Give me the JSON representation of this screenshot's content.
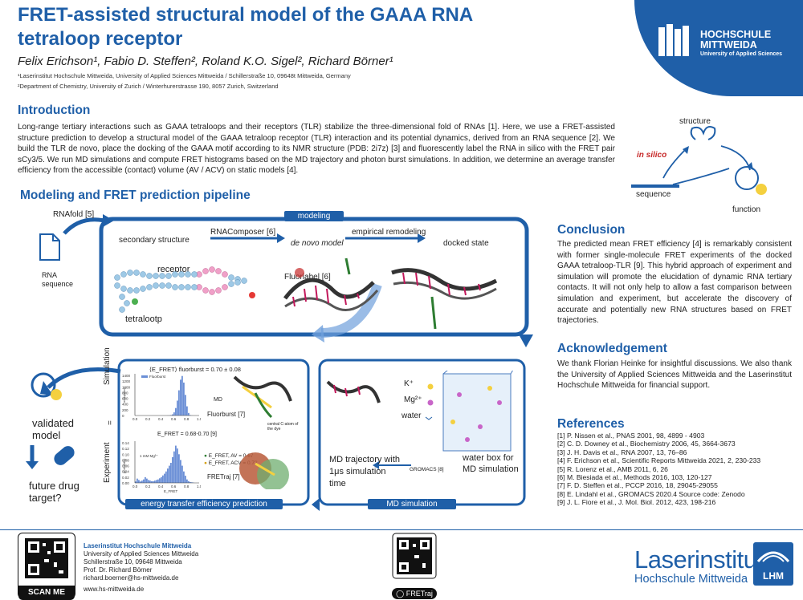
{
  "title": "FRET-assisted structural model of the GAAA RNA tetraloop receptor",
  "authors": "Felix Erichson¹, Fabio D. Steffen², Roland K.O. Sigel², Richard Börner¹",
  "affiliations": [
    "¹Laserinstitut Hochschule Mittweida, University of Applied Sciences Mittweida / Schillerstraße 10, 09648t Mittweida, Germany",
    "²Department of Chemistry, University of Zurich / Winterhurerstrasse 190, 8057 Zurich, Switzerland"
  ],
  "logo": {
    "line1": "HOCHSCHULE",
    "line2": "MITTWEIDA",
    "sub": "University of Applied Sciences"
  },
  "intro": {
    "heading": "Introduction",
    "text": "Long-range tertiary interactions such as GAAA tetraloops and their receptors (TLR) stabilize the three-dimensional fold of RNAs [1]. Here, we use a FRET-assisted structure prediction to develop a structural model of the GAAA tetraloop receptor (TLR) interaction and its potential dynamics, derived from an RNA sequence [2]. We build the TLR de novo, place the docking of the GAAA motif according to its NMR structure (PDB: 2i7z) [3] and fluorescently label the RNA in silico with the FRET pair sCy3/5. We run MD simulations and compute FRET histograms based on the MD trajectory and photon burst simulations. In addition, we determine an average transfer efficiency from the accessible (contact) volume (AV / ACV) on static models [4]."
  },
  "insilico": {
    "structure": "structure",
    "label": "in silico",
    "sequence": "sequence",
    "function": "function"
  },
  "pipeline": {
    "heading": "Modeling and FRET prediction pipeline",
    "tab_modeling": "modeling",
    "tab_md": "MD simulation",
    "tab_energy": "energy transfer efficiency prediction",
    "rnafold": "RNAfold [5]",
    "rna_sequence": "RNA sequence",
    "secondary": "secondary structure",
    "rnacomposer": "RNAComposer [6]",
    "denovo": "de novo model",
    "remodeling": "empirical remodeling",
    "docked": "docked state",
    "receptor": "receptor",
    "tetraloop": "tetralootp",
    "fluorlabel": "Fluorlabel [6]",
    "validated": "validated model",
    "future": "future drug target?",
    "ions": {
      "k": "K⁺",
      "mg": "Mg²⁺",
      "water": "water"
    },
    "waterbox": "water box for MD simulation",
    "gromacs": "GROMACS [8]",
    "trajectory": "MD trajectory with 1μs simulation time",
    "simulation": "Simulation",
    "experiment": "Experiment",
    "eq": "=",
    "sim_stat": "⟨E_FRET⟩ fluorburst = 0.70 ± 0.08",
    "exp_stat": "E_FRET = 0.68-0.70 [9]",
    "md": "MD",
    "fluorburst": "Fluorburst [7]",
    "fretraj": "FRETraj [7]",
    "central": "central C-atom of the dye",
    "av": "E_FRET, AV = 0.67",
    "acv": "E_FRET, ACV = 0.72",
    "legend_sim": "Fluorburst",
    "mg_label": "1 mM Mg²⁺",
    "xlabel": "E_FRET",
    "ylabel_sim": "occupancy",
    "ylabel_exp": "probability"
  },
  "sim_hist": {
    "ticks_y": [
      "1400",
      "1200",
      "1000",
      "800",
      "600",
      "400",
      "200",
      "0"
    ],
    "ticks_x": [
      "0.0",
      "0.2",
      "0.4",
      "0.6",
      "0.8",
      "1.0"
    ],
    "values": [
      0,
      0,
      0,
      0,
      0,
      0,
      0,
      0,
      0,
      0,
      0,
      0,
      0,
      0,
      0,
      0,
      0,
      0,
      0,
      0,
      2,
      5,
      15,
      40,
      110,
      260,
      520,
      880,
      1250,
      1380,
      1150,
      720,
      320,
      90,
      15,
      2,
      0,
      0,
      0,
      0
    ]
  },
  "exp_hist": {
    "ticks_y": [
      "0.14",
      "0.12",
      "0.10",
      "0.08",
      "0.06",
      "0.04",
      "0.02",
      "0.00"
    ],
    "ticks_x": [
      "0.0",
      "0.2",
      "0.4",
      "0.6",
      "0.8",
      "1.0"
    ],
    "values": [
      0.005,
      0.015,
      0.01,
      0.005,
      0.008,
      0.012,
      0.02,
      0.015,
      0.01,
      0.008,
      0.006,
      0.006,
      0.008,
      0.01,
      0.012,
      0.016,
      0.02,
      0.026,
      0.032,
      0.04,
      0.05,
      0.06,
      0.07,
      0.09,
      0.11,
      0.13,
      0.12,
      0.1,
      0.08,
      0.06,
      0.04,
      0.025,
      0.012,
      0.006,
      0.003,
      0.002,
      0.001,
      0,
      0,
      0
    ]
  },
  "conclusion": {
    "heading": "Conclusion",
    "text": "The predicted mean FRET efficiency [4] is remarkably consistent with former single-molecule FRET experiments of the docked GAAA tetraloop-TLR [9]. This hybrid approach of experiment and simulation will promote the elucidation of dynamic RNA tertiary contacts. It will not only help to allow a fast comparison between simulation and experiment, but accelerate the discovery of accurate and potentially new RNA structures based on FRET trajectories."
  },
  "acknowledgement": {
    "heading": "Acknowledgement",
    "text": "We thank Florian Heinke for insightful discussions. We also thank the University of Applied Sciences Mittweida and the Laserinstitut Hochschule Mittweida for financial support."
  },
  "references": {
    "heading": "References",
    "items": [
      "[1] P. Nissen et al., PNAS 2001, 98, 4899 - 4903",
      "[2] C. D. Downey et al., Biochemistry 2006, 45, 3664-3673",
      "[3] J. H. Davis et al., RNA 2007, 13, 76–86",
      "[4] F. Erichson et al., Scientific Reports Mittweida 2021, 2, 230-233",
      "[5] R. Lorenz et al., AMB 2011, 6, 26",
      "[6] M. Biesiada et al., Methods 2016, 103, 120-127",
      "[7] F. D. Steffen et al., PCCP 2016, 18, 29045-29055",
      "[8] E. Lindahl et al., GROMACS 2020.4 Source code: Zenodo",
      "[9] J. L. Fiore et al.,  J. Mol. Biol. 2012, 423, 198-216"
    ]
  },
  "footer": {
    "org": "Laserinstitut Hochschule Mittweida",
    "lines": [
      "University of Applied Sciences Mittweida",
      "Schillerstraße 10, 09648 Mittweida",
      "Prof. Dr. Richard Börner",
      "richard.boerner@hs-mittweida.de"
    ],
    "web": "www.hs-mittweida.de",
    "scan": "SCAN ME",
    "fretraj": "FRETraj",
    "brand1": "Laserinstitut",
    "brand2": "Hochschule Mittweida",
    "brand_mark": "LHM"
  },
  "colors": {
    "accent": "#1f5fa8",
    "hist": "#6b8fd6",
    "fit": "#2b3f9e",
    "av": "#2e7d32",
    "acv": "#d4a017"
  }
}
